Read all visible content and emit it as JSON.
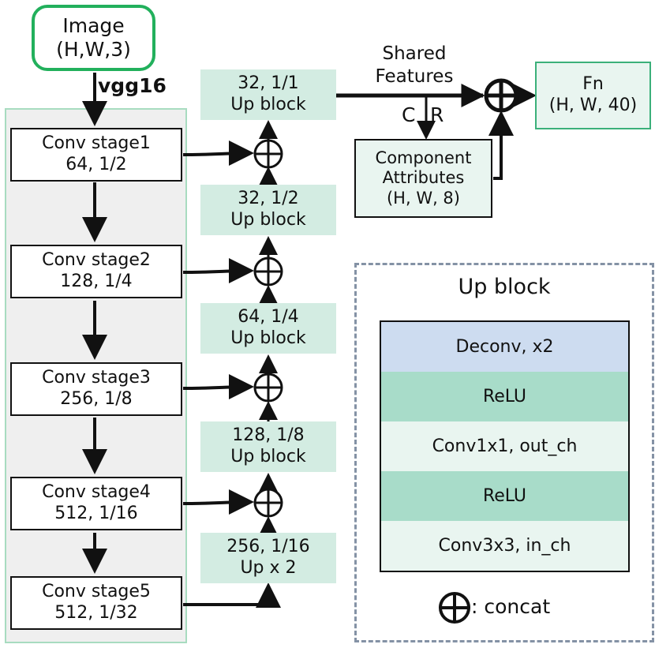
{
  "image_box": {
    "line1": "Image",
    "line2": "(H,W,3)"
  },
  "backbone_label": "vgg16",
  "stages": [
    {
      "line1": "Conv stage1",
      "line2": "64, 1/2"
    },
    {
      "line1": "Conv stage2",
      "line2": "128, 1/4"
    },
    {
      "line1": "Conv stage3",
      "line2": "256, 1/8"
    },
    {
      "line1": "Conv stage4",
      "line2": "512, 1/16"
    },
    {
      "line1": "Conv stage5",
      "line2": "512, 1/32"
    }
  ],
  "up_blocks": [
    {
      "line1": "32, 1/1",
      "line2": "Up block"
    },
    {
      "line1": "32, 1/2",
      "line2": "Up block"
    },
    {
      "line1": "64, 1/4",
      "line2": "Up block"
    },
    {
      "line1": "128, 1/8",
      "line2": "Up block"
    },
    {
      "line1": "256, 1/16",
      "line2": "Up x 2"
    }
  ],
  "shared_features": {
    "line1": "Shared",
    "line2": "Features"
  },
  "branch_labels": {
    "c": "C",
    "r": "R"
  },
  "component_attributes": {
    "line1": "Component",
    "line2": "Attributes",
    "line3": "(H, W, 8)"
  },
  "fn_box": {
    "line1": "Fn",
    "line2": "(H, W, 40)"
  },
  "legend": {
    "title": "Up block",
    "layers": [
      {
        "label": "Deconv, x2",
        "color": "#cddcf0"
      },
      {
        "label": "ReLU",
        "color": "#a8dcc9"
      },
      {
        "label": "Conv1x1, out_ch",
        "color": "#e9f5f0"
      },
      {
        "label": "ReLU",
        "color": "#a8dcc9"
      },
      {
        "label": "Conv3x3, in_ch",
        "color": "#e9f5f0"
      }
    ],
    "concat_label": ": concat"
  }
}
